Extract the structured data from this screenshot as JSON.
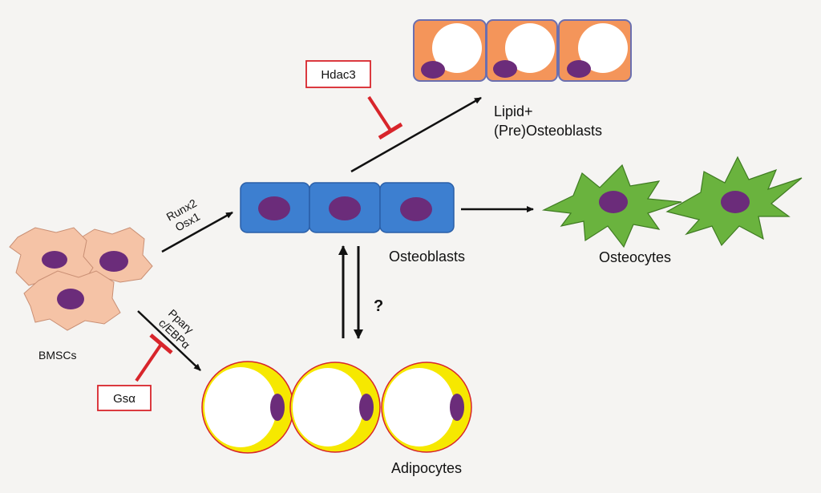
{
  "cells": {
    "bmsc_label": "BMSCs",
    "osteoblast_label": "Osteoblasts",
    "lipid_osteoblast_label_line1": "Lipid+",
    "lipid_osteoblast_label_line2": "(Pre)Osteoblasts",
    "osteocyte_label": "Osteocytes",
    "adipocyte_label": "Adipocytes"
  },
  "factors": {
    "osteogenic_line1": "Runx2",
    "osteogenic_line2": "Osx1",
    "adipogenic_line1": "Pparγ",
    "adipogenic_line2": "c/EBPα"
  },
  "inhibitors": {
    "hdac3": "Hdac3",
    "gsa": "Gsα"
  },
  "question_mark": "?",
  "colors": {
    "bmsc_fill": "#f5c3a6",
    "osteoblast_fill": "#3d7fd0",
    "lipid_osteoblast_fill": "#f4955a",
    "osteocyte_fill": "#6ab33e",
    "adipocyte_fill": "#f6e800",
    "nucleus": "#6b2c7a",
    "inhibitor_red": "#d8252b",
    "arrow": "#111111"
  }
}
